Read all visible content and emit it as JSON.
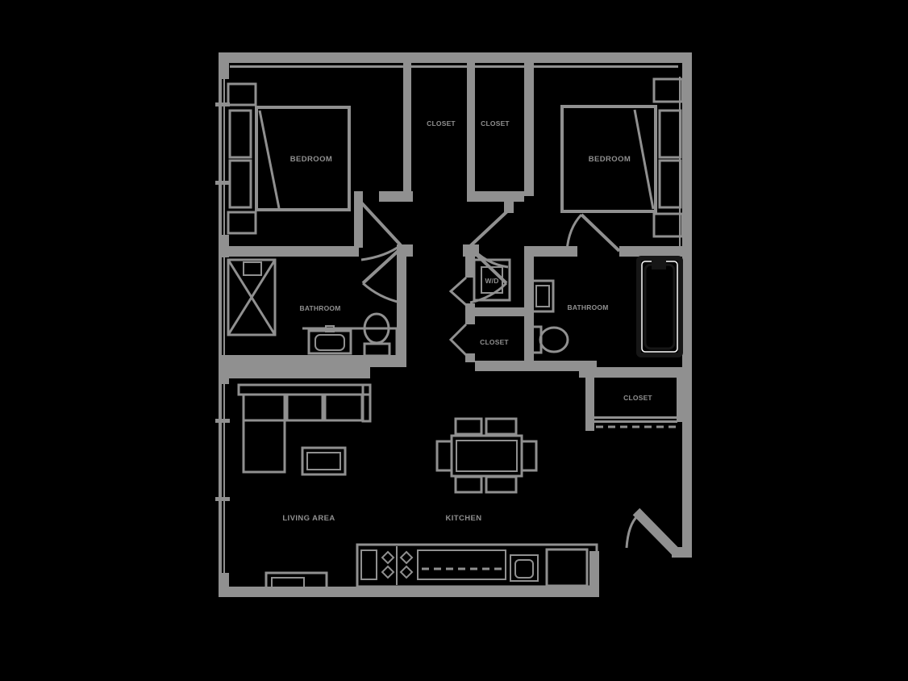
{
  "diagram_type": "apartment-floor-plan",
  "palette": {
    "background": "#000000",
    "wall_color": "#909090",
    "bathtub_outline": "#161616",
    "bathtub_highlight": "#ffffff"
  },
  "rooms": {
    "bedroom_left": {
      "label": "BEDROOM"
    },
    "closet_top_left": {
      "label": "CLOSET"
    },
    "closet_top_right": {
      "label": "CLOSET"
    },
    "bedroom_right": {
      "label": "BEDROOM"
    },
    "bathroom_left": {
      "label": "BATHROOM"
    },
    "washer_dryer": {
      "label": "W/D"
    },
    "bathroom_right": {
      "label": "BATHROOM"
    },
    "closet_hall": {
      "label": "CLOSET"
    },
    "closet_entry": {
      "label": "CLOSET"
    },
    "living_area": {
      "label": "LIVING AREA"
    },
    "kitchen": {
      "label": "KITCHEN"
    }
  }
}
